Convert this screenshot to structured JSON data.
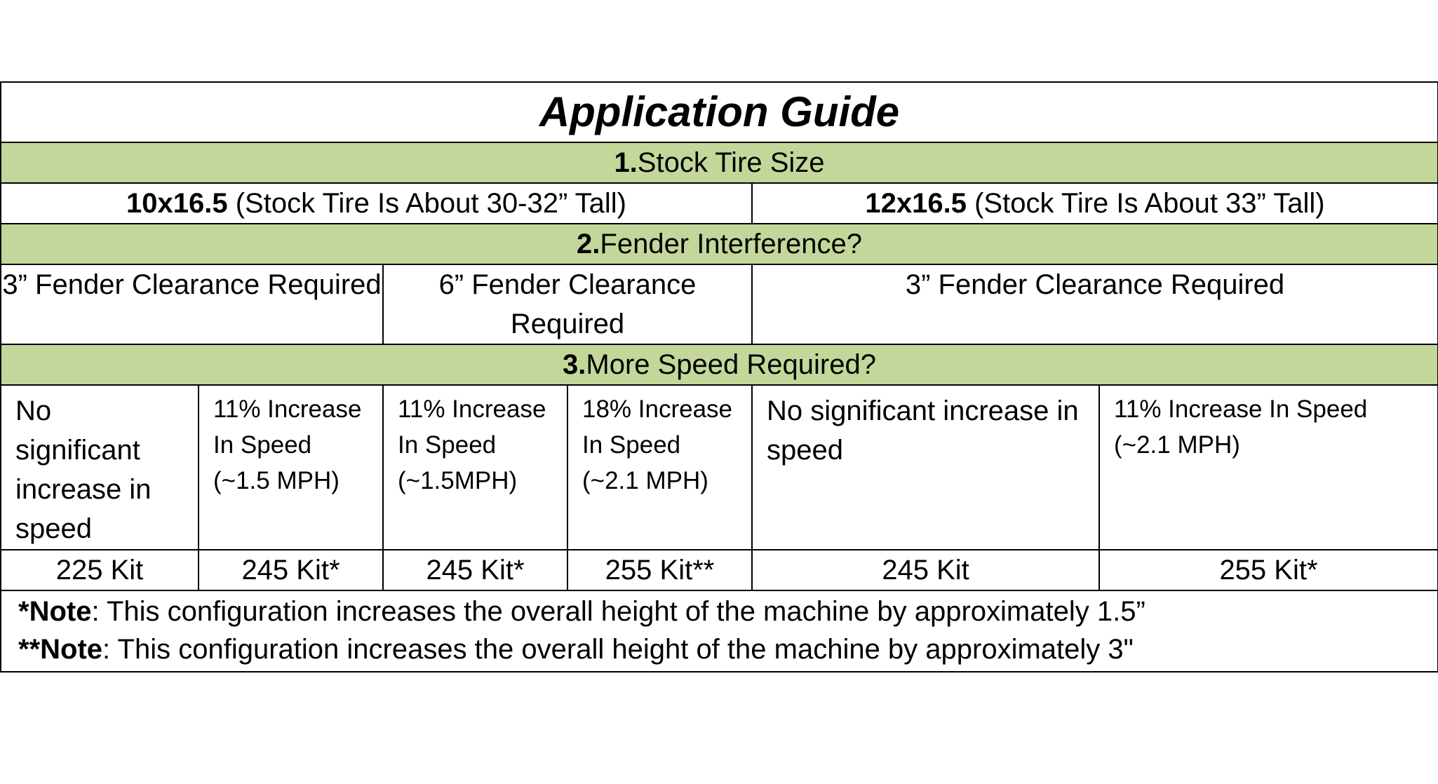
{
  "title": "Application Guide",
  "step1": {
    "num": "1.",
    "label": "Stock Tire Size"
  },
  "tires": [
    {
      "size": "10x16.5",
      "desc": " (Stock Tire Is About 30-32” Tall)"
    },
    {
      "size": "12x16.5",
      "desc": " (Stock Tire Is About 33” Tall)"
    }
  ],
  "step2": {
    "num": "2.",
    "label": "Fender Interference?"
  },
  "fenders": [
    "3” Fender Clearance Required",
    "6” Fender Clearance Required",
    "3” Fender Clearance Required"
  ],
  "step3": {
    "num": "3.",
    "label": "More Speed Required?"
  },
  "speeds": [
    "No significant increase in speed",
    "11% Increase In Speed (~1.5 MPH)",
    "11% Increase In Speed (~1.5MPH)",
    "18% Increase In Speed (~2.1 MPH)",
    "No significant increase in speed",
    "11% Increase In Speed (~2.1 MPH)"
  ],
  "kits": [
    "225 Kit",
    "245 Kit*",
    "245 Kit*",
    "255 Kit**",
    "245 Kit",
    "255 Kit*"
  ],
  "notes": [
    {
      "marker": "*Note",
      "text": ": This configuration increases the overall height of the machine by approximately 1.5”"
    },
    {
      "marker": "**Note",
      "text": ": This configuration increases the overall height of the machine by approximately 3\""
    }
  ]
}
